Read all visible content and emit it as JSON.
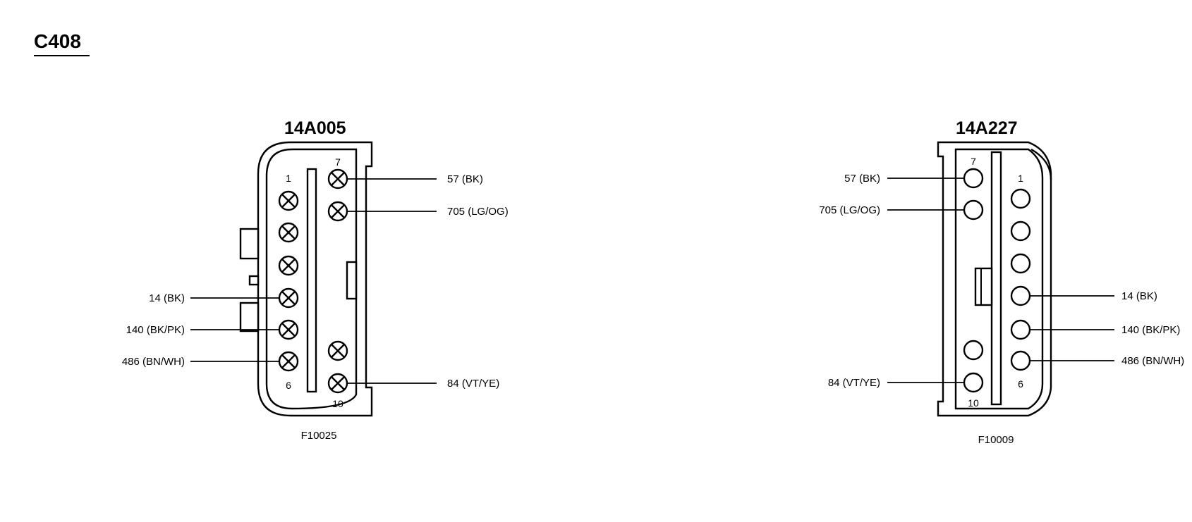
{
  "title": "C408",
  "left": {
    "part": "14A005",
    "figure": "F10025",
    "pin_numbers": {
      "p1": "1",
      "p6": "6",
      "p7": "7",
      "p10": "10"
    },
    "wires": {
      "w57": "57 (BK)",
      "w705": "705 (LG/OG)",
      "w14": "14 (BK)",
      "w140": "140 (BK/PK)",
      "w486": "486 (BN/WH)",
      "w84": "84 (VT/YE)"
    }
  },
  "right": {
    "part": "14A227",
    "figure": "F10009",
    "pin_numbers": {
      "p1": "1",
      "p6": "6",
      "p7": "7",
      "p10": "10"
    },
    "wires": {
      "w57": "57 (BK)",
      "w705": "705 (LG/OG)",
      "w14": "14 (BK)",
      "w140": "140 (BK/PK)",
      "w486": "486 (BN/WH)",
      "w84": "84 (VT/YE)"
    }
  }
}
